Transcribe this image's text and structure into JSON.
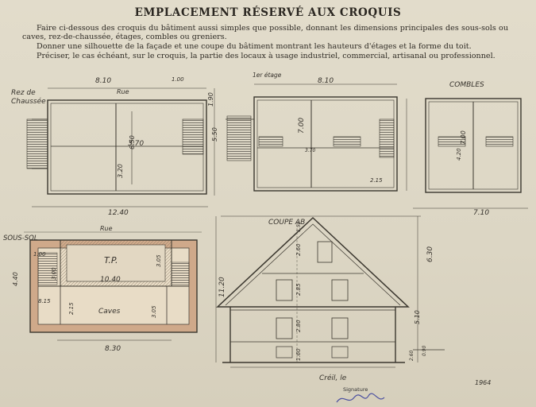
{
  "heading": "EMPLACEMENT RÉSERVÉ AUX CROQUIS",
  "instructions": [
    "Faire ci-dessous des croquis du bâtiment aussi simples que possible, donnant les dimensions principales des sous-sols ou caves, rez-de-chaussée, étages, combles ou greniers.",
    "Donner une silhouette de la façade et une coupe du bâtiment montrant les hauteurs d'étages et la forme du toit.",
    "Préciser, le cas échéant, sur le croquis, la partie des locaux à usage industriel, commercial, artisanal ou professionnel."
  ],
  "labels": {
    "ground_floor": "Rez de",
    "ground_floor_2": "Chaussée",
    "first_floor": "1er étage",
    "attic": "COMBLES",
    "basement": "SOUS-SOL",
    "street": "Rue",
    "tp": "T.P.",
    "caves": "Caves",
    "section": "COUPE AB",
    "place": "Créil, le",
    "year": "1964"
  },
  "dims": {
    "gf_width": "8.10",
    "gf_porch": "1.00",
    "gf_room": "3.70",
    "gf_depth": "6.50",
    "gf_back": "3.20",
    "gf_total": "12.40",
    "gf_side": "1.90",
    "ff_width": "8.10",
    "ff_depth": "7.00",
    "ff_side": "5.50",
    "ff_balcony": "2.15",
    "ff_mid": "3.70",
    "attic_width": "7.10",
    "attic_depth": "7.00",
    "attic_room": "4.20",
    "bs_width_in": "10.40",
    "bs_width": "8.30",
    "bs_stair": "1.00",
    "bs_side": "8.15",
    "bs_depth": "4.40",
    "bs_tp": "3.00",
    "bs_right": "3.05",
    "bs_left": "2.15",
    "sec_height": "11.20",
    "sec_roof": "6.30",
    "sec_walls": "5.10",
    "sec_attic": "2.60",
    "sec_ff": "2.85",
    "sec_gf": "2.80",
    "sec_bs": "1.60",
    "sec_ridge": "1.50",
    "sec_ground": "2.60",
    "sec_plinth": "0.90"
  },
  "signature_label": "Signature"
}
